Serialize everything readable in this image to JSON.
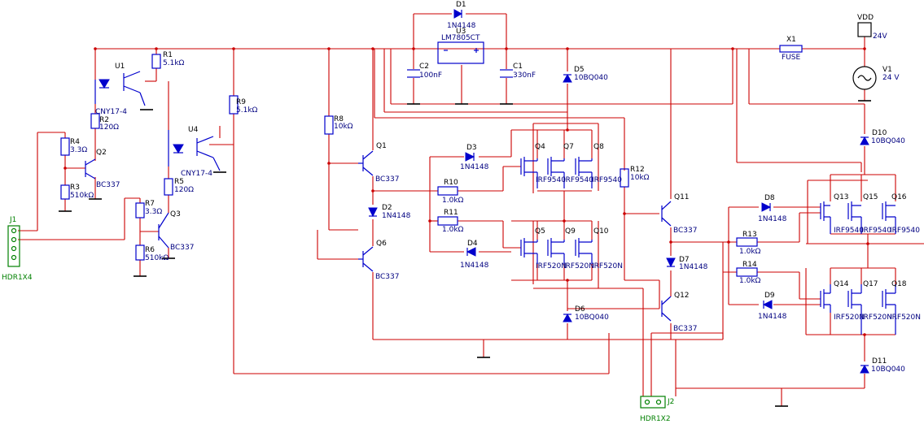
{
  "components": {
    "D1": {
      "ref": "D1",
      "value": "1N4148"
    },
    "U3": {
      "ref": "U3",
      "value": "LM7805CT"
    },
    "C2": {
      "ref": "C2",
      "value": "100nF"
    },
    "C1": {
      "ref": "C1",
      "value": "330nF"
    },
    "D5": {
      "ref": "D5",
      "value": "10BQ040"
    },
    "X1": {
      "ref": "X1",
      "value": "FUSE"
    },
    "VDD": {
      "ref": "VDD",
      "value": "24V"
    },
    "V1": {
      "ref": "V1",
      "value": "24 V"
    },
    "U1": {
      "ref": "U1",
      "value": "CNY17-4"
    },
    "R1": {
      "ref": "R1",
      "value": "5.1kΩ"
    },
    "R2": {
      "ref": "R2",
      "value": "120Ω"
    },
    "R4": {
      "ref": "R4",
      "value": "3.3Ω"
    },
    "Q2": {
      "ref": "Q2",
      "value": "BC337"
    },
    "R3": {
      "ref": "R3",
      "value": "510kΩ"
    },
    "R9": {
      "ref": "R9",
      "value": "5.1kΩ"
    },
    "U4": {
      "ref": "U4",
      "value": "CNY17-4"
    },
    "R5": {
      "ref": "R5",
      "value": "120Ω"
    },
    "R7": {
      "ref": "R7",
      "value": "3.3Ω"
    },
    "Q3": {
      "ref": "Q3",
      "value": "BC337"
    },
    "R6": {
      "ref": "R6",
      "value": "510kΩ"
    },
    "J1": {
      "ref": "J1",
      "value": "HDR1X4"
    },
    "R8": {
      "ref": "R8",
      "value": "10kΩ"
    },
    "Q1": {
      "ref": "Q1",
      "value": "BC337"
    },
    "D2": {
      "ref": "D2",
      "value": "1N4148"
    },
    "Q6": {
      "ref": "Q6",
      "value": "BC337"
    },
    "D3": {
      "ref": "D3",
      "value": "1N4148"
    },
    "R10": {
      "ref": "R10",
      "value": "1.0kΩ"
    },
    "R11": {
      "ref": "R11",
      "value": "1.0kΩ"
    },
    "D4": {
      "ref": "D4",
      "value": "1N4148"
    },
    "Q4": {
      "ref": "Q4",
      "value": "IRF9540"
    },
    "Q7": {
      "ref": "Q7",
      "value": "IRF9540"
    },
    "Q8": {
      "ref": "Q8",
      "value": "IRF9540"
    },
    "Q5": {
      "ref": "Q5",
      "value": "IRF520N"
    },
    "Q9": {
      "ref": "Q9",
      "value": "IRF520N"
    },
    "Q10": {
      "ref": "Q10",
      "value": "IRF520N"
    },
    "D6": {
      "ref": "D6",
      "value": "10BQ040"
    },
    "R12": {
      "ref": "R12",
      "value": "10kΩ"
    },
    "Q11": {
      "ref": "Q11",
      "value": "BC337"
    },
    "D7": {
      "ref": "D7",
      "value": "1N4148"
    },
    "Q12": {
      "ref": "Q12",
      "value": "BC337"
    },
    "J2": {
      "ref": "J2",
      "value": "HDR1X2"
    },
    "D8": {
      "ref": "D8",
      "value": "1N4148"
    },
    "R13": {
      "ref": "R13",
      "value": "1.0kΩ"
    },
    "R14": {
      "ref": "R14",
      "value": "1.0kΩ"
    },
    "D9": {
      "ref": "D9",
      "value": "1N4148"
    },
    "Q13": {
      "ref": "Q13",
      "value": "IRF9540"
    },
    "Q15": {
      "ref": "Q15",
      "value": "IRF9540"
    },
    "Q16": {
      "ref": "Q16",
      "value": "IRF9540"
    },
    "Q14": {
      "ref": "Q14",
      "value": "IRF520N"
    },
    "Q17": {
      "ref": "Q17",
      "value": "IRF520N"
    },
    "Q18": {
      "ref": "Q18",
      "value": "IRF520N"
    },
    "D10": {
      "ref": "D10",
      "value": "10BQ040"
    },
    "D11": {
      "ref": "D11",
      "value": "10BQ040"
    }
  },
  "colors": {
    "wire": "#cc0000",
    "component": "#0000cc",
    "connector": "#008000"
  }
}
